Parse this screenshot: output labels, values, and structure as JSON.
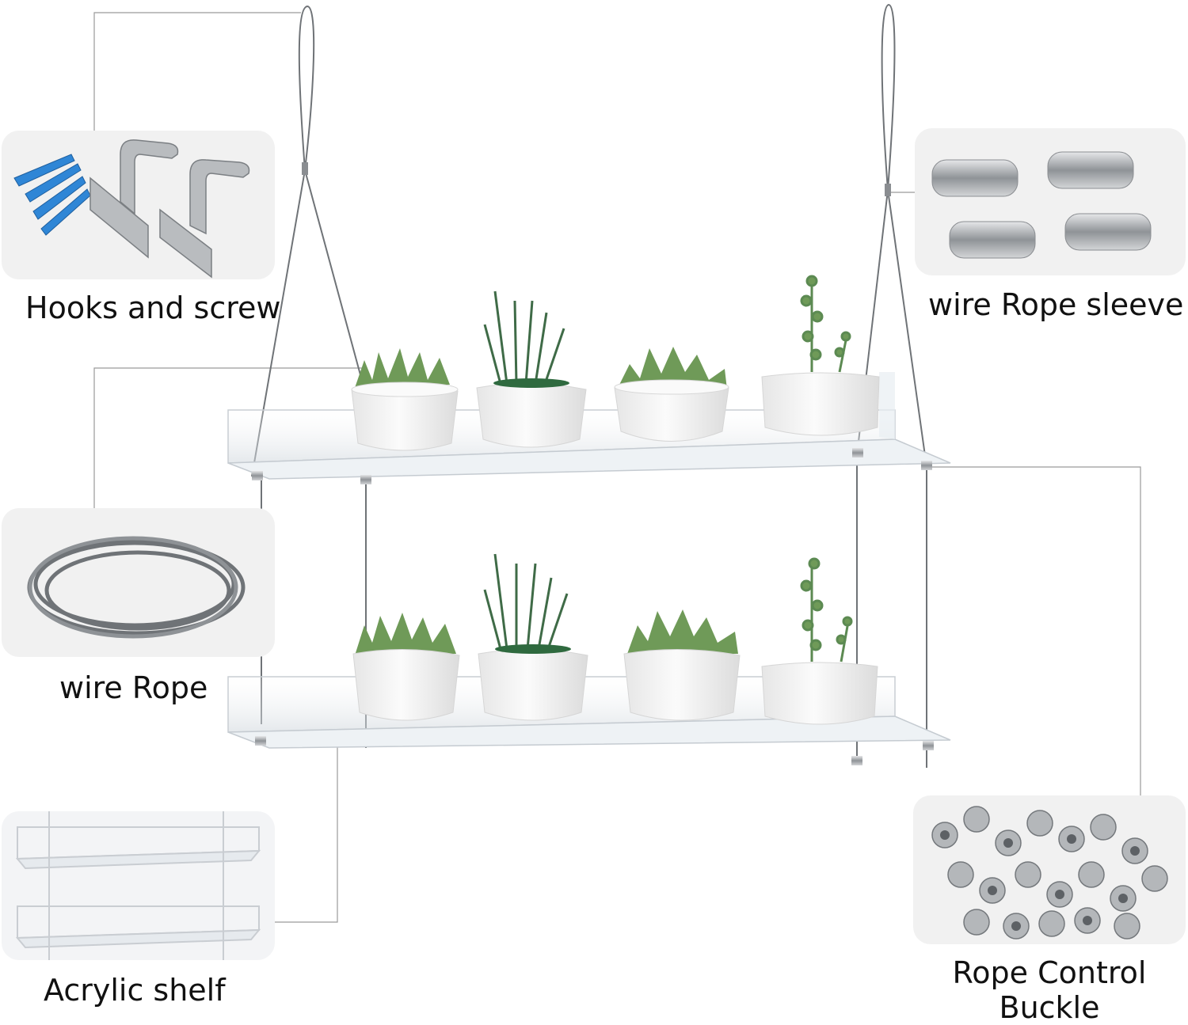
{
  "callouts": {
    "hooks": {
      "label": "Hooks and screw",
      "icon": "hook-and-screw-icon"
    },
    "wire_rope": {
      "label": "wire Rope",
      "icon": "wire-coil-icon"
    },
    "acrylic_shelf": {
      "label": "Acrylic shelf",
      "icon": "acrylic-shelf-icon"
    },
    "sleeve": {
      "label": "wire Rope sleeve",
      "icon": "rope-sleeve-icon"
    },
    "buckle": {
      "line1": "Rope Control",
      "line2": "Buckle",
      "icon": "screw-buckle-icon"
    }
  },
  "colors": {
    "card_bg": "#f1f1f1",
    "leader_line": "#9a9a9a",
    "pot": "#f4f4f4",
    "succulent": "#6f9a58",
    "rosemary": "#3f6b47",
    "screw_blue": "#2f86d6",
    "metal": "#a9acaf"
  }
}
